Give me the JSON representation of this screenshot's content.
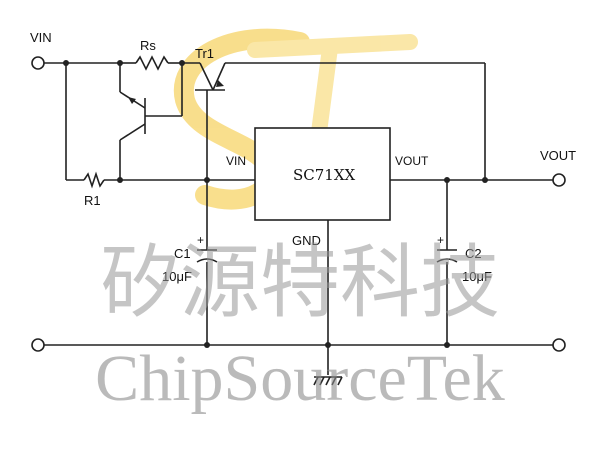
{
  "labels": {
    "vin_input": "VIN",
    "vout_output": "VOUT",
    "resistor_rs": "Rs",
    "transistor_tr1": "Tr1",
    "resistor_r1": "R1",
    "ic_name": "SC71XX",
    "ic_vin": "VIN",
    "ic_vout": "VOUT",
    "ic_gnd": "GND",
    "cap_c1_name": "C1",
    "cap_c1_value": "10μF",
    "cap_c2_name": "C2",
    "cap_c2_value": "10μF"
  },
  "watermark": {
    "chinese": "矽源特科技",
    "latin": "ChipSourceTek",
    "logo_text": "ST"
  },
  "colors": {
    "wire": "#222222",
    "watermark_text": "#bdbdbd",
    "logo": "#f4c430"
  }
}
